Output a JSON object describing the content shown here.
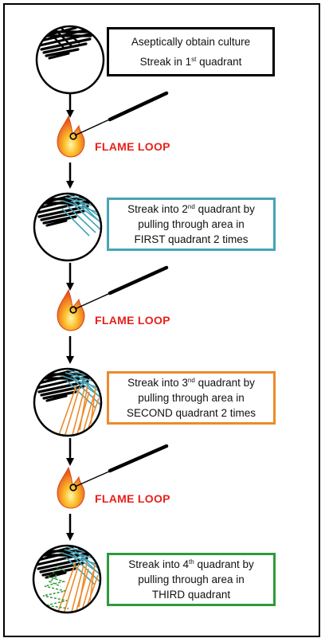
{
  "colors": {
    "step1": "#000000",
    "step2": "#46a4b6",
    "step3": "#ec8a2a",
    "step4": "#2f9a3b",
    "flame_label": "#e8201a"
  },
  "steps": [
    {
      "lines": [
        {
          "pre": "Aseptically obtain culture",
          "sup": "",
          "post": ""
        },
        {
          "pre": "Streak in 1",
          "sup": "st",
          "post": " quadrant"
        }
      ]
    },
    {
      "lines": [
        {
          "pre": "Streak into 2",
          "sup": "nd",
          "post": " quadrant by"
        },
        {
          "pre": "pulling through area in",
          "sup": "",
          "post": ""
        },
        {
          "pre": "FIRST quadrant 2 times",
          "sup": "",
          "post": ""
        }
      ]
    },
    {
      "lines": [
        {
          "pre": "Streak into 3",
          "sup": "nd",
          "post": " quadrant by"
        },
        {
          "pre": "pulling through area in",
          "sup": "",
          "post": ""
        },
        {
          "pre": "SECOND quadrant 2 times",
          "sup": "",
          "post": ""
        }
      ]
    },
    {
      "lines": [
        {
          "pre": "Streak into 4",
          "sup": "th",
          "post": " quadrant by"
        },
        {
          "pre": "pulling through area in",
          "sup": "",
          "post": ""
        },
        {
          "pre": "THIRD quadrant",
          "sup": "",
          "post": ""
        }
      ]
    }
  ],
  "flame_steps": [
    {
      "label": "FLAME LOOP",
      "icon": "flame-icon"
    },
    {
      "label": "FLAME LOOP",
      "icon": "flame-icon"
    },
    {
      "label": "FLAME LOOP",
      "icon": "flame-icon"
    }
  ]
}
